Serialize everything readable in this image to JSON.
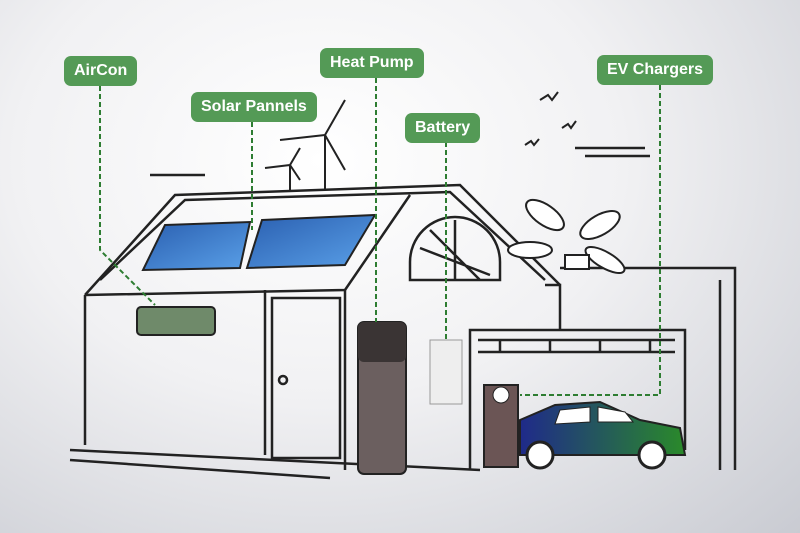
{
  "labels": {
    "aircon": "AirCon",
    "solar": "Solar Pannels",
    "heat_pump": "Heat Pump",
    "battery": "Battery",
    "ev": "EV Chargers"
  },
  "colors": {
    "label_bg": "#549a56",
    "leader": "#2e7d32",
    "panel": "#2f6fc4",
    "car_start": "#1f2a8a",
    "car_end": "#2a7a2a"
  }
}
